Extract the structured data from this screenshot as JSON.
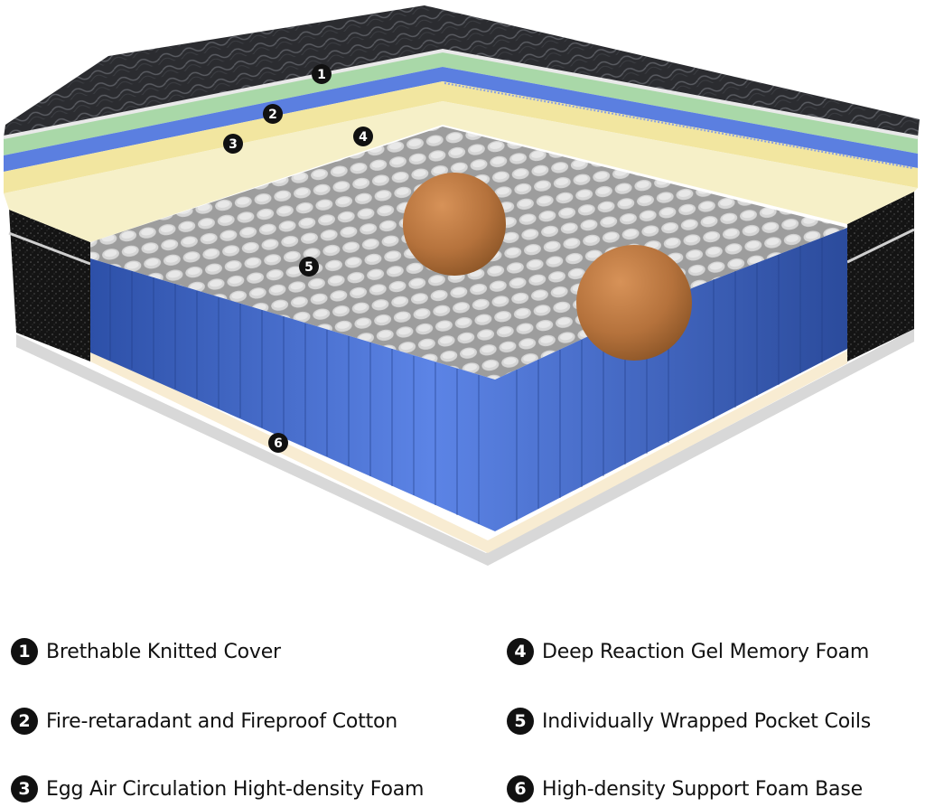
{
  "markers": [
    {
      "num": "1"
    },
    {
      "num": "2"
    },
    {
      "num": "3"
    },
    {
      "num": "4"
    },
    {
      "num": "5"
    },
    {
      "num": "6"
    }
  ],
  "legend": [
    {
      "num": "1",
      "label": "Brethable Knitted Cover"
    },
    {
      "num": "2",
      "label": "Fire-retaradant and Fireproof Cotton"
    },
    {
      "num": "3",
      "label": "Egg Air Circulation Hight-density Foam"
    },
    {
      "num": "4",
      "label": "Deep Reaction Gel Memory Foam"
    },
    {
      "num": "5",
      "label": "Individually Wrapped Pocket Coils"
    },
    {
      "num": "6",
      "label": "High-density Support Foam Base"
    }
  ],
  "colors": {
    "cover": "#2b2c30",
    "cotton": "#a9d8a8",
    "egg_foam": "#5b7fe0",
    "memory_foam": "#f2e6a0",
    "coil_top": "#c9c9c9",
    "coil_blue": "#3f67c8",
    "base": "#f8ecd2",
    "ball": "#b8753e"
  }
}
